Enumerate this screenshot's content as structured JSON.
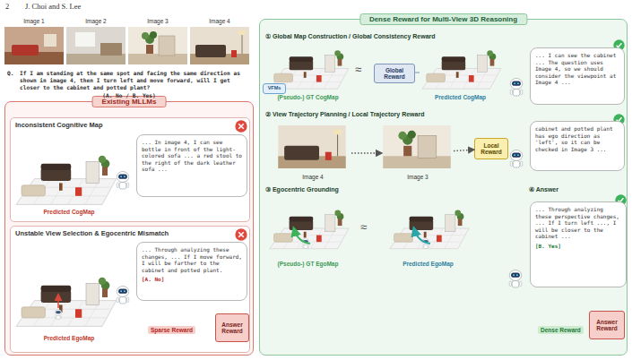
{
  "diagram": {
    "nodes": [
      {
        "text": [
          "Existing MLLMs"
        ]
      },
      {
        "text": [
          "Inconsistent Cognitive Map"
        ],
        "in": 0
      },
      {
        "text": [
          "... In image 4, I can see bottle in front of the light-colored sofa ... a red stool to the right of the dark leather sofa ..."
        ],
        "in": 1
      },
      {
        "text": [
          "Unstable View Selection & Egocentric Mismatch"
        ],
        "in": 0
      },
      {
        "text": [
          "... Through analyzing these changes, ... If I move forward, I will be farther to the cabinet and potted plant.",
          "[A. No]"
        ],
        "in": 3
      },
      {
        "text": [
          "Answer Reward"
        ],
        "in": 3
      },
      {
        "text": [
          "Dense Reward for Multi-View 3D Reasoning"
        ]
      },
      {
        "text": [
          "VFMs"
        ],
        "in": 6
      },
      {
        "text": [
          "Global Reward"
        ],
        "in": 6
      },
      {
        "text": [
          "... I can see the cabinet ... The question uses Image 4, so we should consider the viewpoint at Image 4 ..."
        ],
        "in": 6
      },
      {
        "text": [
          "Image 4"
        ],
        "in": 6
      },
      {
        "text": [
          "Image 3"
        ],
        "in": 6
      },
      {
        "text": [
          "Local Reward"
        ],
        "in": 6
      },
      {
        "text": [
          "cabinet and potted plant has ego direction as 'left', so it can be checked in Image 3 ..."
        ],
        "in": 6
      },
      {
        "text": [
          "... Through analyzing these perspective changes, ... If I turn left ..., I will be closer to the cabinet ...",
          "[B. Yes]"
        ],
        "in": 6
      },
      {
        "text": [
          "Answer Reward"
        ],
        "in": 6
      }
    ],
    "edges": [
      {
        "from": 10,
        "to": 11,
        "arrow": "to"
      },
      {
        "from": 11,
        "to": 12,
        "arrow": "to"
      }
    ],
    "labels": [
      "2",
      "J. Choi and S. Lee",
      "Image 1",
      "Image 2",
      "Image 3",
      "Image 4",
      "Q.",
      "If I am standing at the same spot and facing the same direction as shown in image 4, then I turn left and move forward, will I get closer to the cabinet and potted plant?",
      "(A. No / B. Yes)",
      "Predicted CogMap",
      "Predicted EgoMap",
      "Sparse Reward",
      "① Global Map Construction / Global Consistency Reward",
      "(Pseudo-) GT CogMap",
      "≈",
      "Predicted CogMap",
      "② View Trajectory Planning / Local Trajectory Reward",
      "③ Egocentric Grounding",
      "(Pseudo-) GT EgoMap",
      "≈",
      "Predicted EgoMap",
      "④ Answer",
      "Dense Reward"
    ]
  }
}
